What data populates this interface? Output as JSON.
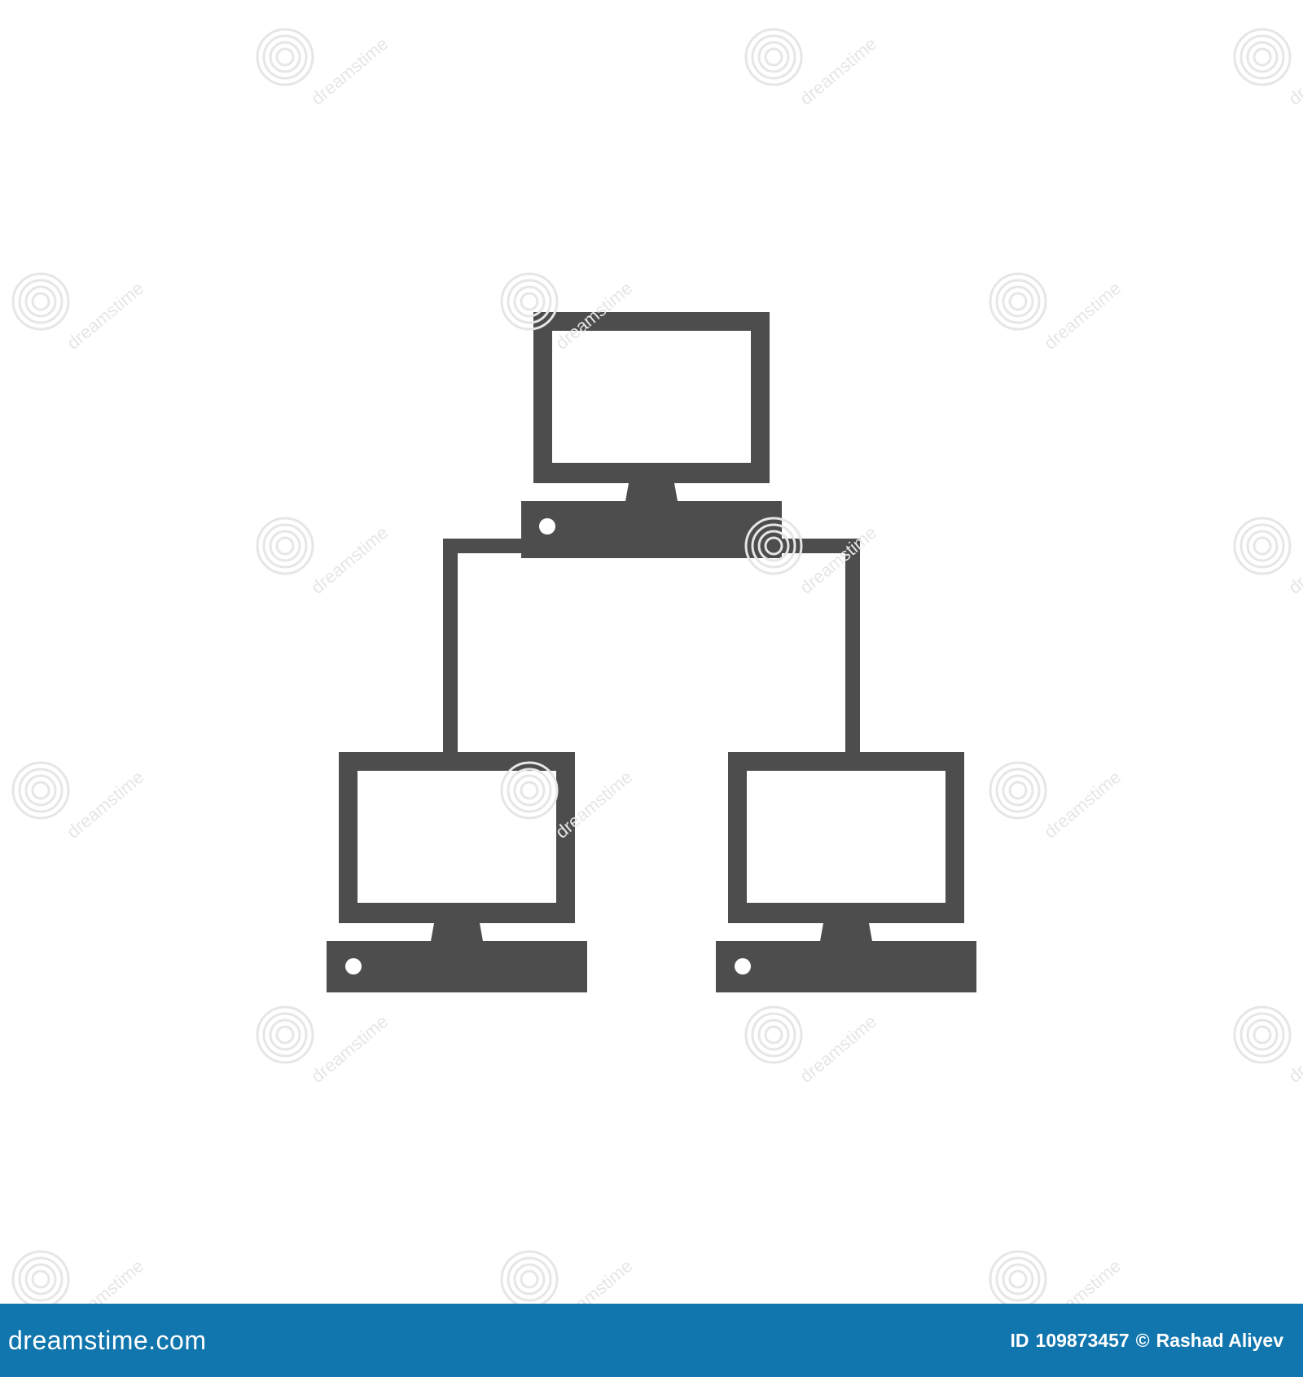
{
  "diagram": {
    "name": "network hierarchy icon",
    "icon_color": "#4d4d4d",
    "background_color": "#ffffff",
    "nodes": [
      {
        "id": "top-computer",
        "icon": "desktop-computer-icon"
      },
      {
        "id": "left-computer",
        "icon": "desktop-computer-icon"
      },
      {
        "id": "right-computer",
        "icon": "desktop-computer-icon"
      }
    ],
    "edges": [
      {
        "from": "top-computer",
        "to": "left-computer"
      },
      {
        "from": "top-computer",
        "to": "right-computer"
      }
    ]
  },
  "watermark": {
    "text": "dreamstime",
    "color": "#e6e6e6",
    "icon": "spiral-logo-icon"
  },
  "footer": {
    "background_color": "#1176ae",
    "brand": "dreamstime.com",
    "id_label": "ID",
    "id_value": "109873457",
    "copyright_symbol": "©",
    "author": "Rashad Aliyev"
  }
}
